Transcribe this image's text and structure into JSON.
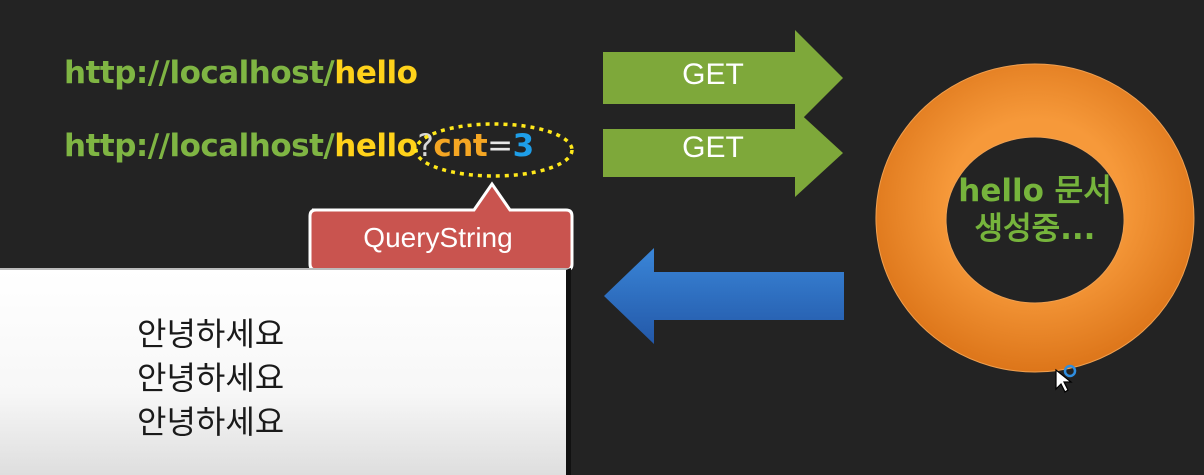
{
  "requests": [
    {
      "base": "http://localhost/",
      "path": "hello"
    },
    {
      "base": "http://localhost/",
      "path": "hello",
      "qmark": "?",
      "param": "cnt",
      "eq": "=",
      "value": "3"
    }
  ],
  "callout": {
    "label": "QueryString"
  },
  "arrows": {
    "get1": "GET",
    "get2": "GET"
  },
  "server": {
    "line1": "hello 문서",
    "line2": "생성중..."
  },
  "response": {
    "lines": [
      "안녕하세요",
      "안녕하세요",
      "안녕하세요"
    ]
  },
  "colors": {
    "url": "#7fb543",
    "path": "#ffd21a",
    "param": "#f5a623",
    "value": "#1e9ee8",
    "get_arrow": "#7ea83a",
    "response_arrow": "#2f6fc0",
    "server": "#f28a22",
    "callout": "#c9544f"
  }
}
